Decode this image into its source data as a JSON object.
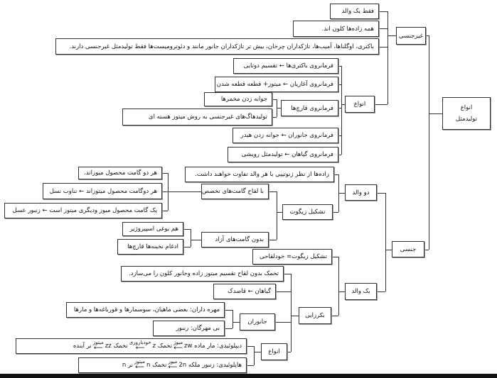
{
  "root": {
    "line1": "انواع",
    "line2": "تولیدمثل"
  },
  "asexual": {
    "label": "غیرجنسی",
    "facts": [
      "فقط یک والد",
      "همه زاده‌ها کلون اند.",
      "باکتری، اوگلناها، آمیب‌ها، تاژکداران چرخان، بیش تر تاژکداران جانور مانند و دئوترومیست‌ها فقط تولیدمثل غیرجنسی دارند."
    ],
    "types_label": "انواع",
    "types": [
      "فرمانروی باکتری‌ها ← تقسیم دوتایی",
      "فرمانروی آغازیان ← میتوز+ قطعه قطعه شدن",
      "فرمانروی قارچ‌ها",
      "فرمانروی جانوران ← جوانه زدن هیدر",
      "فرمانروی گیاهان ← تولیدمثل رویشی"
    ],
    "fungi": [
      "جوانه زدن مخمرها",
      "تولیدهاگ‌های غیرجنسی به روش میتوز هسته ای"
    ]
  },
  "sexual": {
    "label": "جنسی",
    "two_parents": {
      "label": "دو والد",
      "note": "زاده‌ها از نظر ژنوتیپی با هر والد تفاوت خواهند داشت.",
      "zygote": "تشکیل زیگوت",
      "specialized": "با لقاح گامت‌های تخصص یافته",
      "specialized_items": [
        "هر دو گامت محصول میوزاند.",
        "هر دوگامت محصول میتوزاند ← تناوب نسل",
        "یک گامت محصول میوز ودیگری میتوز است ← زنبور عسل"
      ],
      "no_free_gametes": "بدون گامت‌های آزاد",
      "no_free_items": [
        "هم یوغی اسپیروژیر",
        "ادغام نخینه‌ها قارچ‌ها"
      ]
    },
    "one_parent": {
      "label": "یک والد",
      "selfing": "تشکیل زیگوت= خودلقاحی",
      "parthenogenesis": "بکرزایی",
      "egg": "تخمک بدون لقاح تقسیم میتوز زاده وجانور کلون را می‌سازد.",
      "plants": "گیاهان ← قاصدک",
      "animals": "جانوران",
      "vertebrates": "مهره داران: بعضی ماهیان، سوسمارها و قورباغه‌ها و مارها",
      "invertebrates": "بی مهرگان: زنبور",
      "types_label": "انواع",
      "diploid": {
        "start": "دیپلوئیدی: مار ماده zw",
        "a1": "میوز",
        "m1": "تخمک z",
        "a2": "خودباروری",
        "m2": "تخمک zz",
        "a3": "میتوز",
        "end": "نر آینده"
      },
      "haploid": {
        "start": "هاپلوئیدی: زنبور ملکه 2n",
        "a1": "میوز",
        "m1": "تخمک n",
        "a2": "میتوز",
        "end": "نر n"
      }
    }
  }
}
